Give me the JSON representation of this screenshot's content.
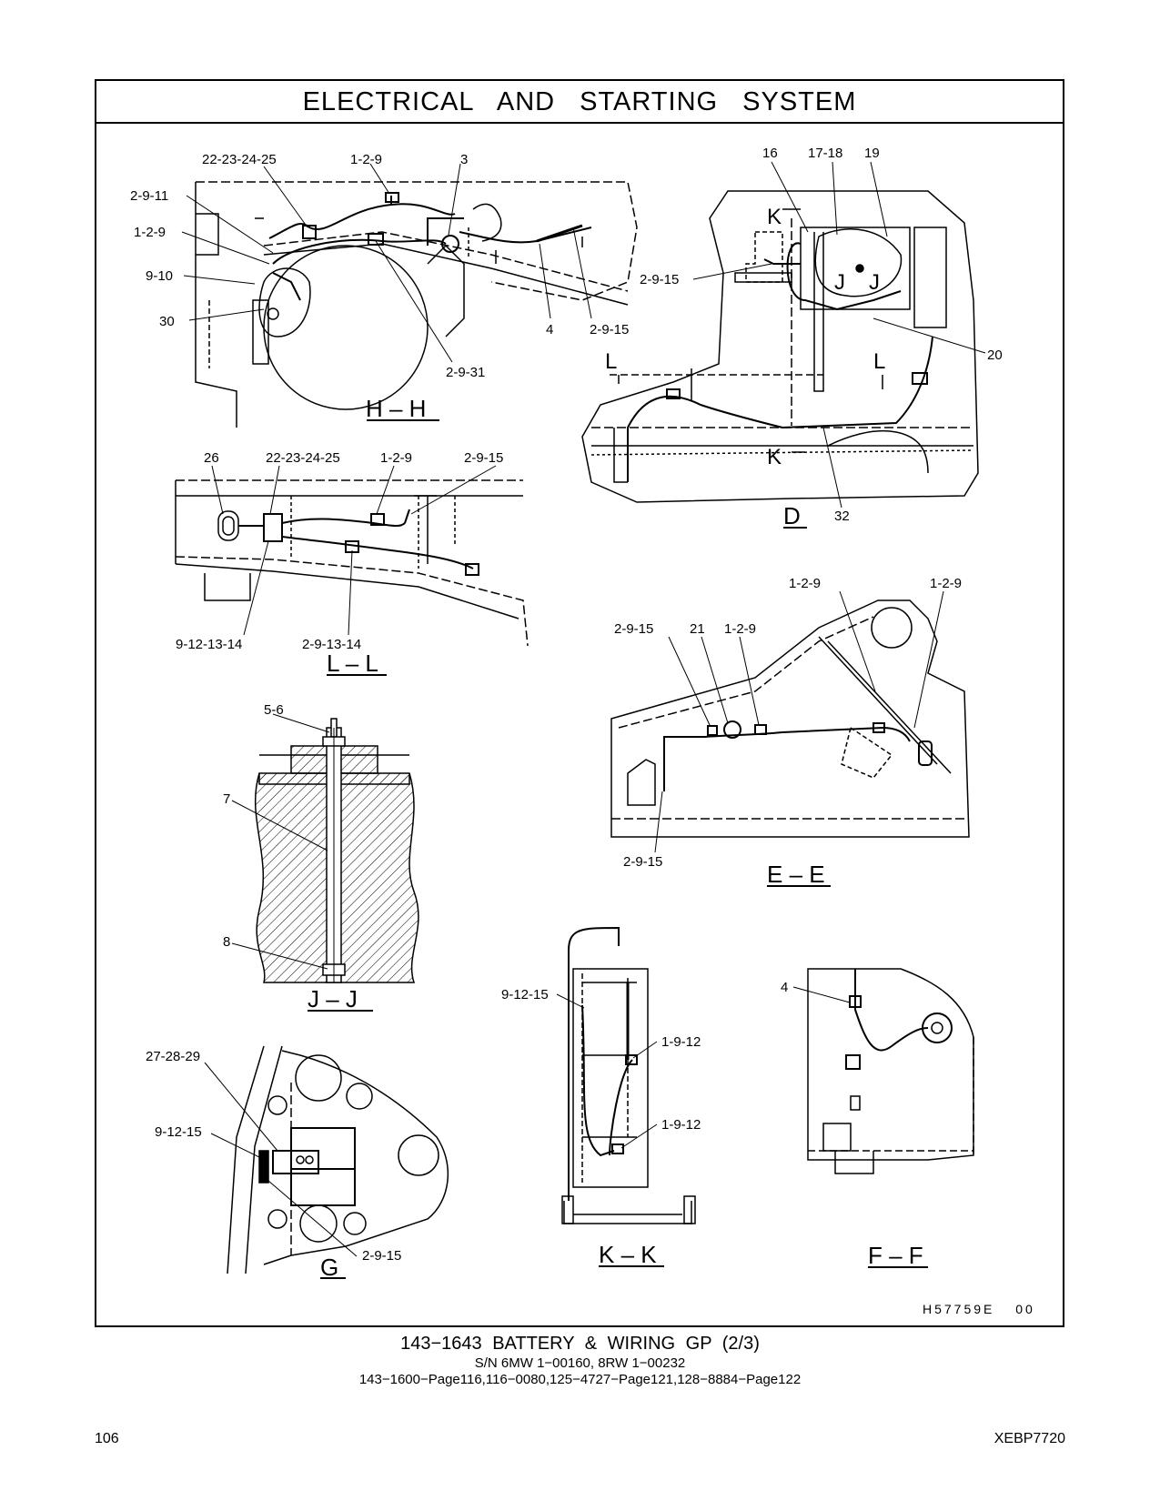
{
  "header": {
    "title": "ELECTRICAL AND STARTING SYSTEM"
  },
  "footer": {
    "part_line": "143−1643 BATTERY & WIRING GP (2/3)",
    "serial_line": "S/N 6MW 1−00160, 8RW 1−00232",
    "ref_line": "143−1600−Page116,116−0080,125−4727−Page121,128−8884−Page122",
    "page_number": "106",
    "doc_id": "XEBP7720"
  },
  "drawing_id": "H57759E 00",
  "views": {
    "hh": {
      "label": "H – H",
      "callouts": [
        "22-23-24-25",
        "1-2-9",
        "3",
        "2-9-11",
        "1-2-9",
        "9-10",
        "30",
        "4",
        "2-9-15",
        "2-9-31"
      ]
    },
    "d": {
      "label": "D",
      "callouts": [
        "16",
        "17-18",
        "19",
        "2-9-15",
        "20",
        "32"
      ],
      "section_marks": [
        "K",
        "J",
        "J",
        "L",
        "L",
        "K"
      ]
    },
    "ll": {
      "label": "L – L",
      "callouts": [
        "26",
        "22-23-24-25",
        "1-2-9",
        "2-9-15",
        "9-12-13-14",
        "2-9-13-14"
      ]
    },
    "ee": {
      "label": "E – E",
      "callouts": [
        "1-2-9",
        "1-2-9",
        "2-9-15",
        "21",
        "1-2-9",
        "2-9-15"
      ]
    },
    "jj": {
      "label": "J – J",
      "callouts": [
        "5-6",
        "7",
        "8"
      ]
    },
    "g": {
      "label": "G",
      "callouts": [
        "27-28-29",
        "9-12-15",
        "2-9-15"
      ]
    },
    "kk": {
      "label": "K – K",
      "callouts": [
        "9-12-15",
        "1-9-12",
        "1-9-12"
      ]
    },
    "ff": {
      "label": "F – F",
      "callouts": [
        "4"
      ]
    }
  }
}
